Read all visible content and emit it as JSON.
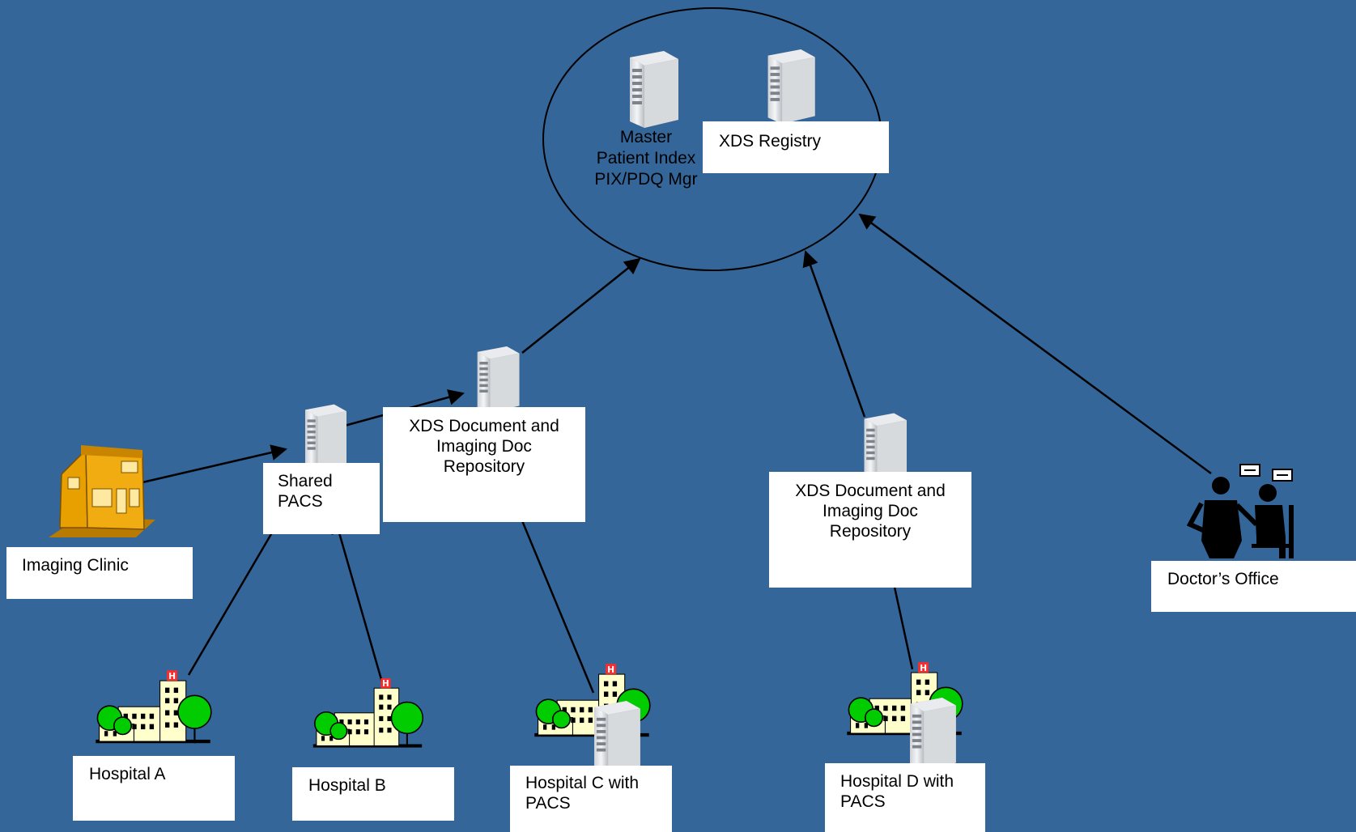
{
  "colors": {
    "background": "#346699",
    "box": "#ffffff",
    "tree": "#00CC00",
    "building": "#FFFFCC",
    "clinic": "#E8A000"
  },
  "icons": [
    "server-icon",
    "hospital-icon",
    "clinic-icon",
    "doctor-patient-icon"
  ],
  "nodes": {
    "master_index": "Master\nPatient Index\nPIX/PDQ Mgr",
    "xds_registry": "XDS Registry",
    "repo_left": "XDS Document and\nImaging Doc\nRepository",
    "repo_right": "XDS Document and\nImaging Doc\nRepository",
    "shared_pacs": "Shared\nPACS",
    "imaging_clinic": "Imaging Clinic",
    "doctors_office": "Doctor’s Office",
    "hospital_a": "Hospital A",
    "hospital_b": "Hospital B",
    "hospital_c": "Hospital C with\nPACS",
    "hospital_d": "Hospital D with\nPACS"
  }
}
